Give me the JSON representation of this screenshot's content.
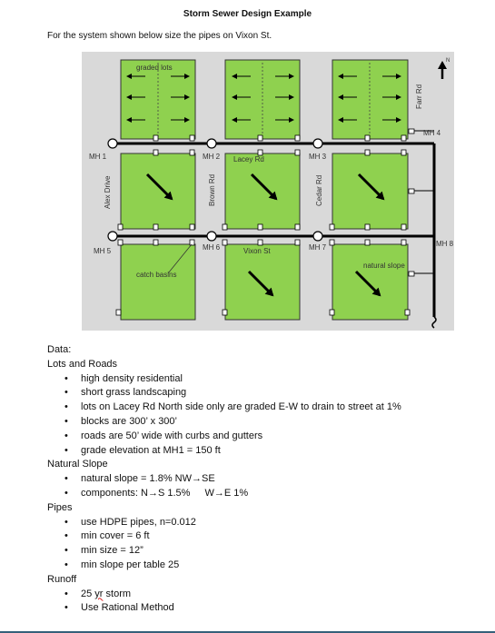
{
  "title": "Storm Sewer Design Example",
  "intro": "For the system shown below size the pipes on Vixon St.",
  "map": {
    "graded_lots_label": "graded lots",
    "catch_basins_label": "catch basins",
    "natural_slope_label": "natural slope",
    "north": "N",
    "manholes": {
      "mh1": "MH 1",
      "mh2": "MH 2",
      "mh3": "MH 3",
      "mh4": "MH 4",
      "mh5": "MH 5",
      "mh6": "MH 6",
      "mh7": "MH 7",
      "mh8": "MH 8"
    },
    "streets": {
      "lacey": "Lacey Rd",
      "vixon": "Vixon St",
      "alex": "Alex Drive",
      "brown": "Brown Rd",
      "cedar": "Cedar Rd",
      "farr": "Farr Rd"
    },
    "colors": {
      "lot": "#8fd14f",
      "background": "#d9d9d9"
    }
  },
  "data": {
    "heading": "Data:",
    "lots_heading": "Lots and Roads",
    "lots": [
      "high density residential",
      "short grass landscaping",
      "lots on Lacey Rd North side only are graded E-W to drain to street at 1%",
      "blocks are 300’ x 300’",
      "roads are 50’ wide with curbs and gutters",
      "grade elevation at MH1 = 150 ft"
    ],
    "slope_heading": "Natural Slope",
    "slope_item1": "natural slope = 1.8% NW→SE",
    "slope_item2_a": "components:  N→S 1.5%",
    "slope_item2_b": "W→E 1%",
    "pipes_heading": "Pipes",
    "pipes": [
      "use HDPE pipes, n=0.012",
      "min cover = 6 ft",
      "min size = 12”",
      "min slope per table 25"
    ],
    "runoff_heading": "Runoff",
    "runoff_item1_a": "25 ",
    "runoff_item1_b": "yr",
    "runoff_item1_c": " storm",
    "runoff_item2": "Use Rational Method"
  }
}
